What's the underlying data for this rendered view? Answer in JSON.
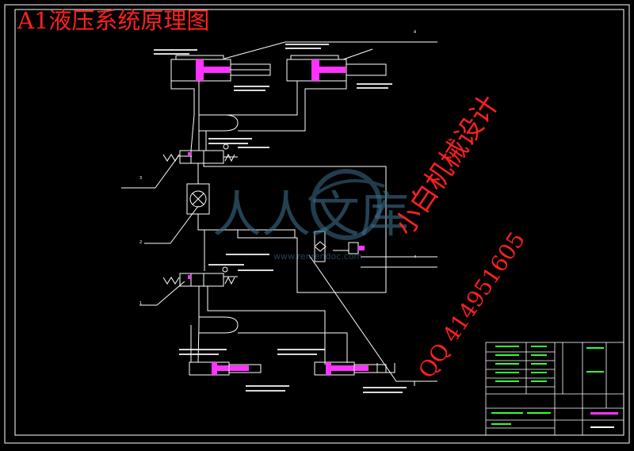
{
  "title": "A1液压系统原理图",
  "watermark_text": "小白机械设计",
  "watermark_qq": "QQ 414951605",
  "logo_text": "人人文库",
  "logo_url_fragment": "www.renrendoc.com",
  "colors": {
    "background": "#000000",
    "lines": "#ffffff",
    "highlight": "#ff33ff",
    "watermark": "#ff2020",
    "logo": "#3c6e8a",
    "table_text": "#33ff33"
  },
  "callouts": {
    "c1": "4",
    "c2": "2",
    "c3": "3",
    "c4": "1"
  }
}
